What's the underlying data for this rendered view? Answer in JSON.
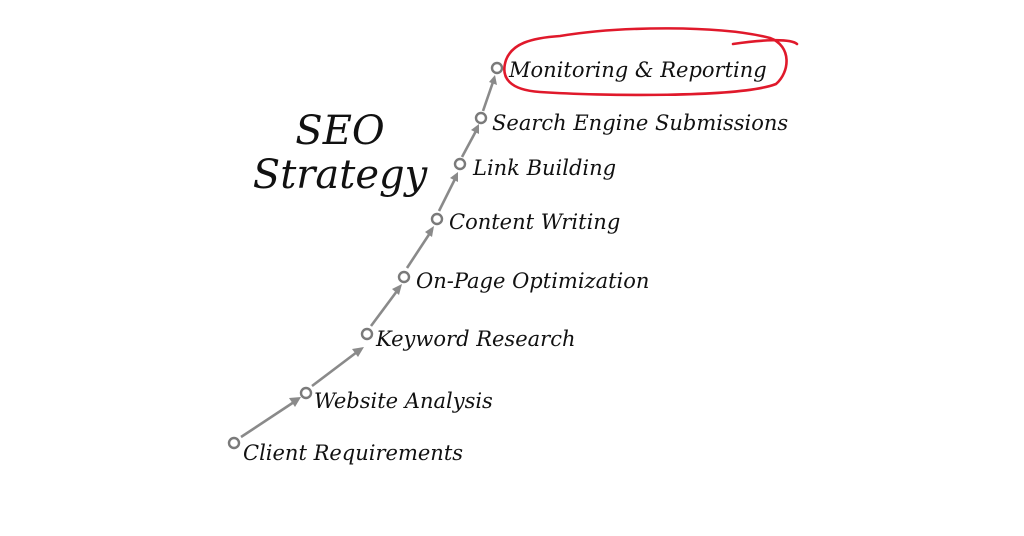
{
  "title": {
    "line1": "SEO",
    "line2": "Strategy"
  },
  "steps": [
    "Client Requirements",
    "Website Analysis",
    "Keyword Research",
    "On-Page Optimization",
    "Content Writing",
    "Link Building",
    "Search Engine Submissions",
    "Monitoring & Reporting"
  ],
  "highlight": {
    "step_index": 7,
    "color": "#e0192b"
  },
  "colors": {
    "arrow": "#8a8a8a",
    "node": "#7a7a7a",
    "text": "#111111"
  }
}
